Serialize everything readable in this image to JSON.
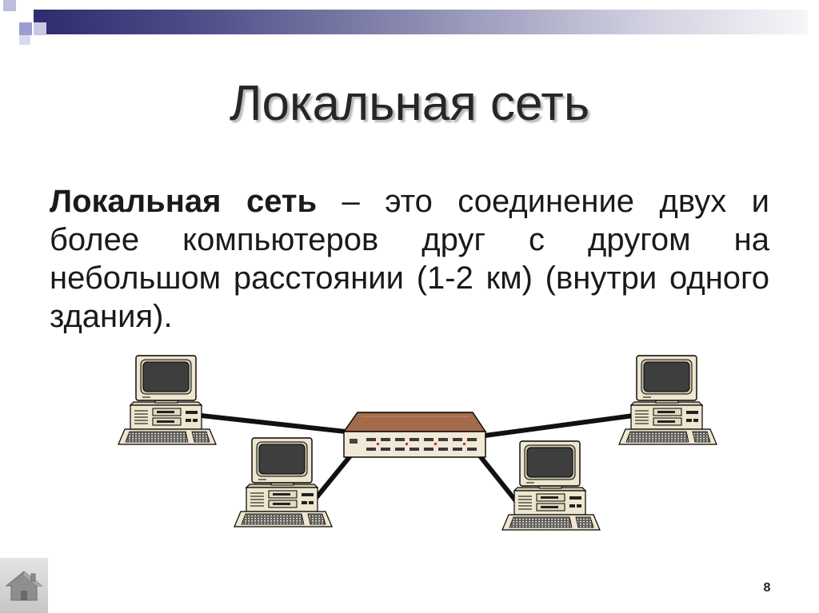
{
  "slide": {
    "title": "Локальная сеть",
    "definition": {
      "term": "Локальная сеть",
      "lines": [
        "– это соединение двух и",
        "более компьютеров друг с другом на",
        "небольшом расстоянии (1-2 км) (внутри одного",
        "здания)."
      ]
    },
    "page_number": "8"
  },
  "icons": {
    "home": "home-icon",
    "computer": "computer-icon",
    "hub": "network-hub-icon"
  },
  "colors": {
    "header_bar": "#2f2f6f",
    "text": "#1a1a1a",
    "hub_top": "#a36a4c",
    "device_body": "#efe6cf",
    "screen": "#3e3e3e"
  }
}
